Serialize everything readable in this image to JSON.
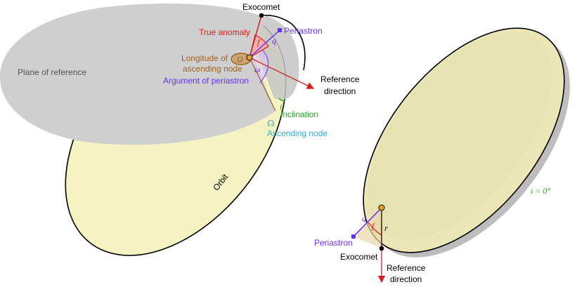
{
  "left": {
    "exocomet": "Exocomet",
    "true_anomaly": "True anomaly",
    "periastron": "Periastron",
    "longitude_line1": "Longitude of",
    "longitude_line2": "ascending node",
    "argument": "Argument of periastron",
    "plane": "Plane of reference",
    "reference_line1": "Reference",
    "reference_line2": "direction",
    "inclination": "Inclination",
    "ascending_node": "Ascending node",
    "orbit": "Orbit",
    "sym_f": "f",
    "sym_q": "q",
    "sym_omega_big": "Ω",
    "sym_omega_small": "ω",
    "sym_i": "i",
    "sym_node": "☊"
  },
  "right": {
    "inclination_value": "i = 0°",
    "periastron": "Periastron",
    "exocomet": "Exocomet",
    "reference_line1": "Reference",
    "reference_line2": "direction",
    "sym_q": "q",
    "sym_f": "f",
    "sym_r": "r"
  },
  "colors": {
    "orbit_fill": "#f6f3c2",
    "plane_fill": "#cfcfcf",
    "shadow": "#bdbdbd",
    "red": "#d62020",
    "purple": "#6633ee",
    "brown": "#a0601a",
    "green": "#22aa22",
    "cyan": "#33aacc",
    "focus": "#f0a020"
  }
}
